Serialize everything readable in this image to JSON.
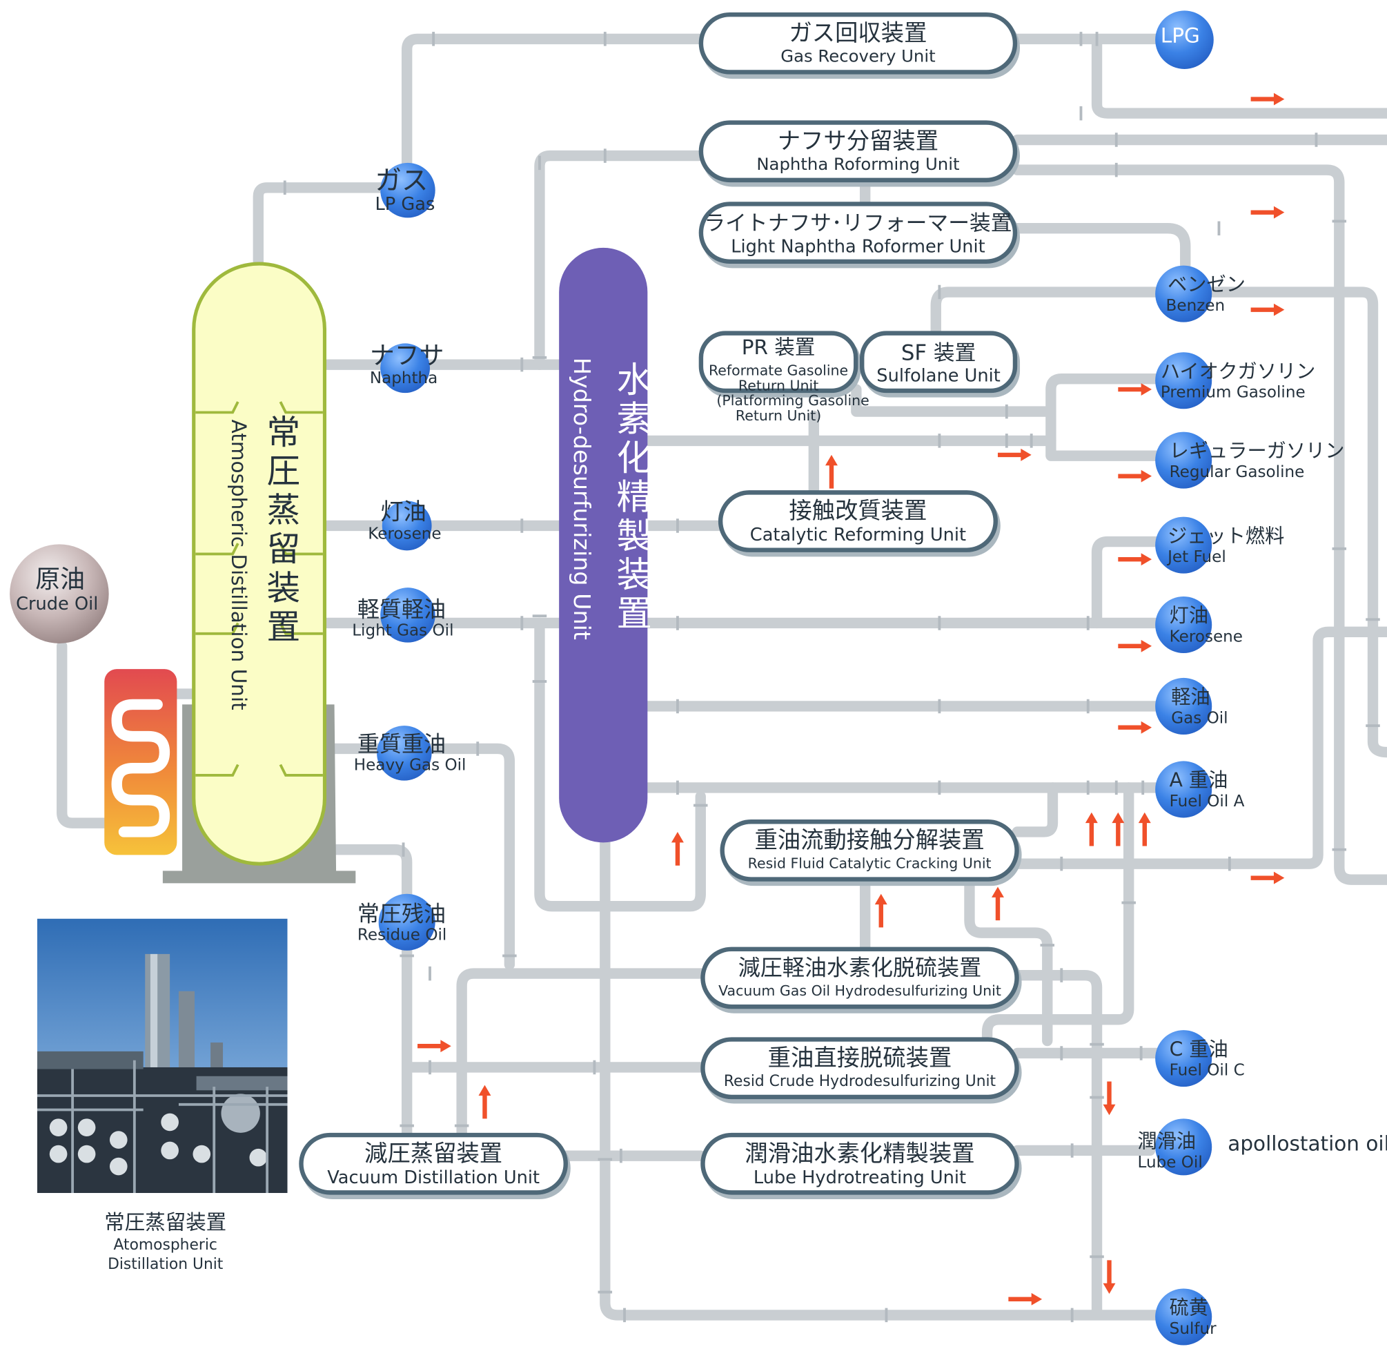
{
  "colors": {
    "pipe": "#c9ced2",
    "unit_border": "#4e6878",
    "hydro_unit": "#6e5fb5",
    "column_fill": "#fbfdc6",
    "column_border": "#9fb93d",
    "product_node": "#3b82e6",
    "crude_node": "#9c8888",
    "flow_arrow": "#f0502a"
  },
  "crude": {
    "jp": "原油",
    "en": "Crude Oil"
  },
  "atmospheric_column": {
    "jp": "常圧蒸留装置",
    "en": "Atmospheric Distillation Unit"
  },
  "hydro_unit": {
    "jp": "水素化精製装置",
    "en": "Hydro-desurfurizing Unit"
  },
  "side_streams": {
    "gas": {
      "jp": "ガス",
      "en": "LP Gas"
    },
    "naphtha": {
      "jp": "ナフサ",
      "en": "Naphtha"
    },
    "kerosene": {
      "jp": "灯油",
      "en": "Kerosene"
    },
    "light_gas_oil": {
      "jp": "軽質軽油",
      "en": "Light Gas Oil"
    },
    "heavy_gas_oil": {
      "jp": "重質重油",
      "en": "Heavy Gas Oil"
    },
    "residue": {
      "jp": "常圧残油",
      "en": "Residue Oil"
    }
  },
  "units": {
    "gas_recovery": {
      "jp": "ガス回収装置",
      "en": "Gas Recovery Unit"
    },
    "naphtha_reforming": {
      "jp": "ナフサ分留装置",
      "en": "Naphtha Roforming Unit"
    },
    "light_naphtha": {
      "jp": "ライトナフサ･リフォーマー装置",
      "en": "Light Naphtha Roformer Unit"
    },
    "pr_unit": {
      "jp": "PR 装置",
      "en1": "Reformate Gasoline",
      "en2": "Return Unit",
      "en3": "(Platforming Gasoline",
      "en4": "Return Unit)"
    },
    "sf_unit": {
      "jp": "SF 装置",
      "en": "Sulfolane Unit"
    },
    "catalytic_reforming": {
      "jp": "接触改質装置",
      "en": "Catalytic Reforming Unit"
    },
    "rfcc": {
      "jp": "重油流動接触分解装置",
      "en": "Resid Fluid Catalytic Cracking Unit"
    },
    "vgo_hds": {
      "jp": "減圧軽油水素化脱硫装置",
      "en": "Vacuum Gas Oil Hydrodesulfurizing Unit"
    },
    "resid_hds": {
      "jp": "重油直接脱硫装置",
      "en": "Resid Crude Hydrodesulfurizing Unit"
    },
    "vacuum_distillation": {
      "jp": "減圧蒸留装置",
      "en": "Vacuum Distillation Unit"
    },
    "lube_hydrotreating": {
      "jp": "潤滑油水素化精製装置",
      "en": "Lube Hydrotreating Unit"
    }
  },
  "products": {
    "lpg": {
      "jp": "LPG"
    },
    "benzen": {
      "jp": "ベンゼン",
      "en": "Benzen"
    },
    "premium": {
      "jp": "ハイオクガソリン",
      "en": "Premium Gasoline"
    },
    "regular": {
      "jp": "レギュラーガソリン",
      "en": "Regular Gasoline"
    },
    "jet": {
      "jp": "ジェット燃料",
      "en": "Jet Fuel"
    },
    "kerosene": {
      "jp": "灯油",
      "en": "Kerosene"
    },
    "gas_oil": {
      "jp": "軽油",
      "en": "Gas Oil"
    },
    "fuel_a": {
      "jp": "A 重油",
      "en": "Fuel Oil A"
    },
    "fuel_c": {
      "jp": "C 重油",
      "en": "Fuel Oil C"
    },
    "lube": {
      "jp": "潤滑油",
      "en": "Lube Oil"
    },
    "sulfur": {
      "jp": "硫黄",
      "en": "Sulfur"
    }
  },
  "brand_text": "apollostation oil",
  "photo_caption": {
    "jp": "常圧蒸留装置",
    "en1": "Atomospheric",
    "en2": "Distillation Unit"
  }
}
